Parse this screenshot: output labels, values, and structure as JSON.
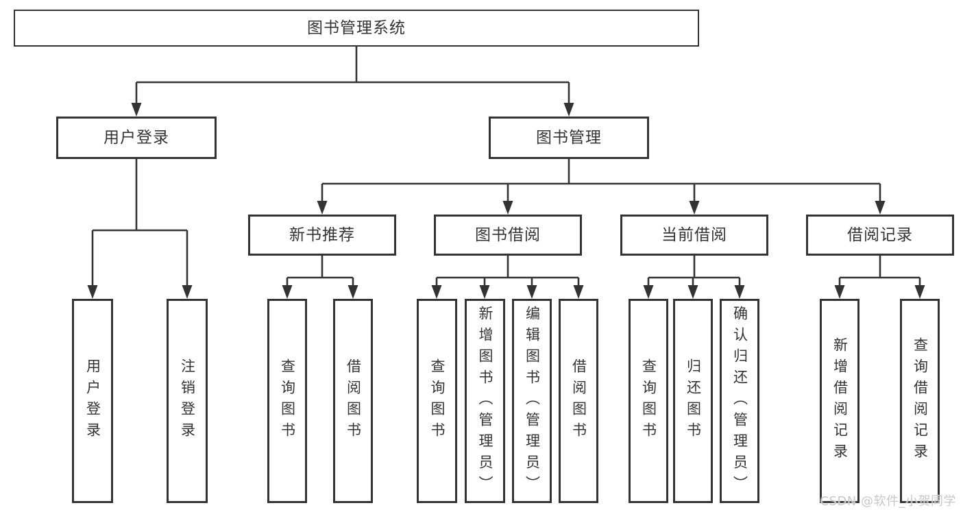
{
  "nodes": {
    "root": {
      "label": "图书管理系统"
    },
    "level2": [
      {
        "label": "用户登录"
      },
      {
        "label": "图书管理"
      }
    ],
    "level3": [
      {
        "label": "新书推荐"
      },
      {
        "label": "图书借阅"
      },
      {
        "label": "当前借阅"
      },
      {
        "label": "借阅记录"
      }
    ],
    "leaves": [
      {
        "label": "用户登录"
      },
      {
        "label": "注销登录"
      },
      {
        "label": "查询图书"
      },
      {
        "label": "借阅图书"
      },
      {
        "label": "查询图书"
      },
      {
        "label": "新增图书（管理员）"
      },
      {
        "label": "编辑图书（管理员）"
      },
      {
        "label": "借阅图书"
      },
      {
        "label": "查询图书"
      },
      {
        "label": "归还图书"
      },
      {
        "label": "确认归还（管理员）"
      },
      {
        "label": "新增借阅记录"
      },
      {
        "label": "查询借阅记录"
      }
    ]
  },
  "watermark": "CSDN @软件_小贺同学",
  "colors": {
    "line": "#333333",
    "box_border": "#333333",
    "box_fill": "#ffffff",
    "text": "#333333",
    "watermark": "#c8c8c8",
    "background": "#ffffff"
  }
}
